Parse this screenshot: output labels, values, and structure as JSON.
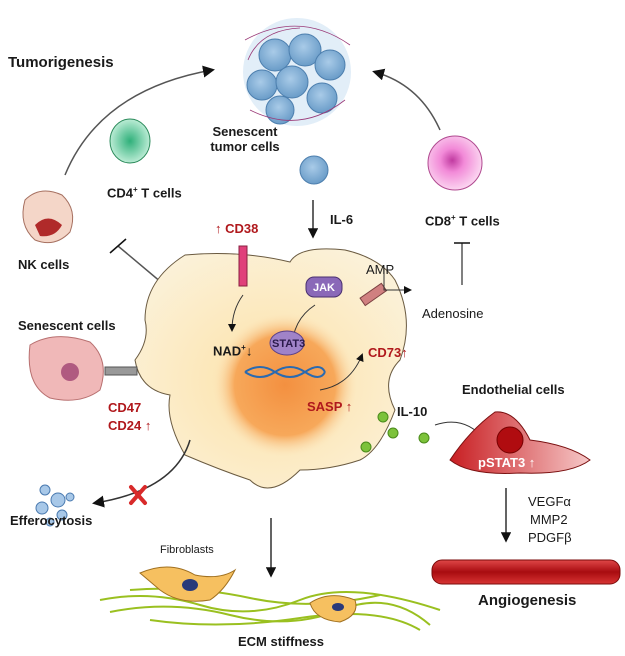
{
  "labels": {
    "tumorigenesis": "Tumorigenesis",
    "senescent_tumor_cells_1": "Senescent",
    "senescent_tumor_cells_2": "tumor cells",
    "cd4_t_cells": "CD4",
    "cd4_sup": "+",
    "cd4_suffix": " T cells",
    "nk_cells": "NK cells",
    "cd38": "↑ CD38",
    "il6": "IL-6",
    "cd8_t_cells": "CD8",
    "cd8_sup": "+",
    "cd8_suffix": " T cells",
    "amp": "AMP",
    "adenosine": "Adenosine",
    "jak": "JAK",
    "nad": "NAD",
    "nad_sup": "+",
    "nad_arrow": "↓",
    "cd73": "CD73↑",
    "stat3": "STAT3",
    "senescent_cells": "Senescent cells",
    "cd47": "CD47",
    "cd24": "CD24 ↑",
    "sasp": "SASP ↑",
    "il10": "IL-10",
    "endothelial_cells": "Endothelial cells",
    "pstat3": "pSTAT3 ↑",
    "vegfa": "VEGFα",
    "mmp2": "MMP2",
    "pdgfb": "PDGFβ",
    "angiogenesis": "Angiogenesis",
    "efferocytosis": "Efferocytosis",
    "fibroblasts": "Fibroblasts",
    "ecm_stiffness": "ECM stiffness"
  },
  "colors": {
    "upregulated_text": "#b0181c",
    "cell_body": "#fbeec9",
    "nucleus": "#f59a4a",
    "tumor_cells": "#7fb0d8",
    "cd4_cell": "#5fd3a0",
    "cd8_cell": "#f07ad0",
    "endothelial": "#d8242a",
    "il10_dots": "#7cc23a"
  }
}
